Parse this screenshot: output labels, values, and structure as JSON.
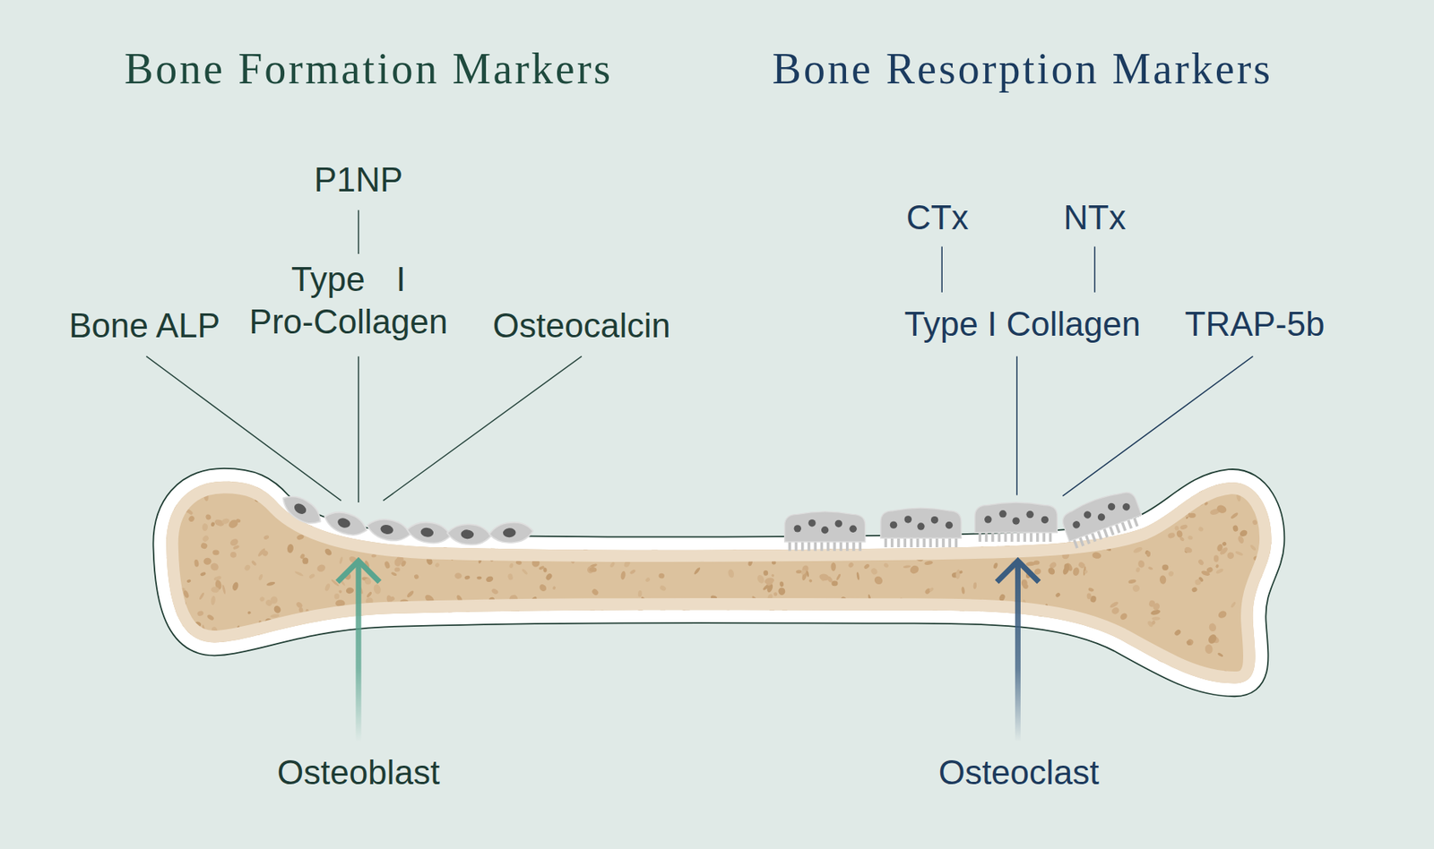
{
  "diagram": {
    "labels": [
      "Bone Formation Markers",
      "Bone Resorption Markers",
      "P1NP",
      "Bone ALP",
      "Type I Pro-Collagen",
      "Osteocalcin",
      "CTx",
      "NTx",
      "Type I Collagen",
      "TRAP-5b",
      "Osteoblast",
      "Osteoclast"
    ]
  }
}
